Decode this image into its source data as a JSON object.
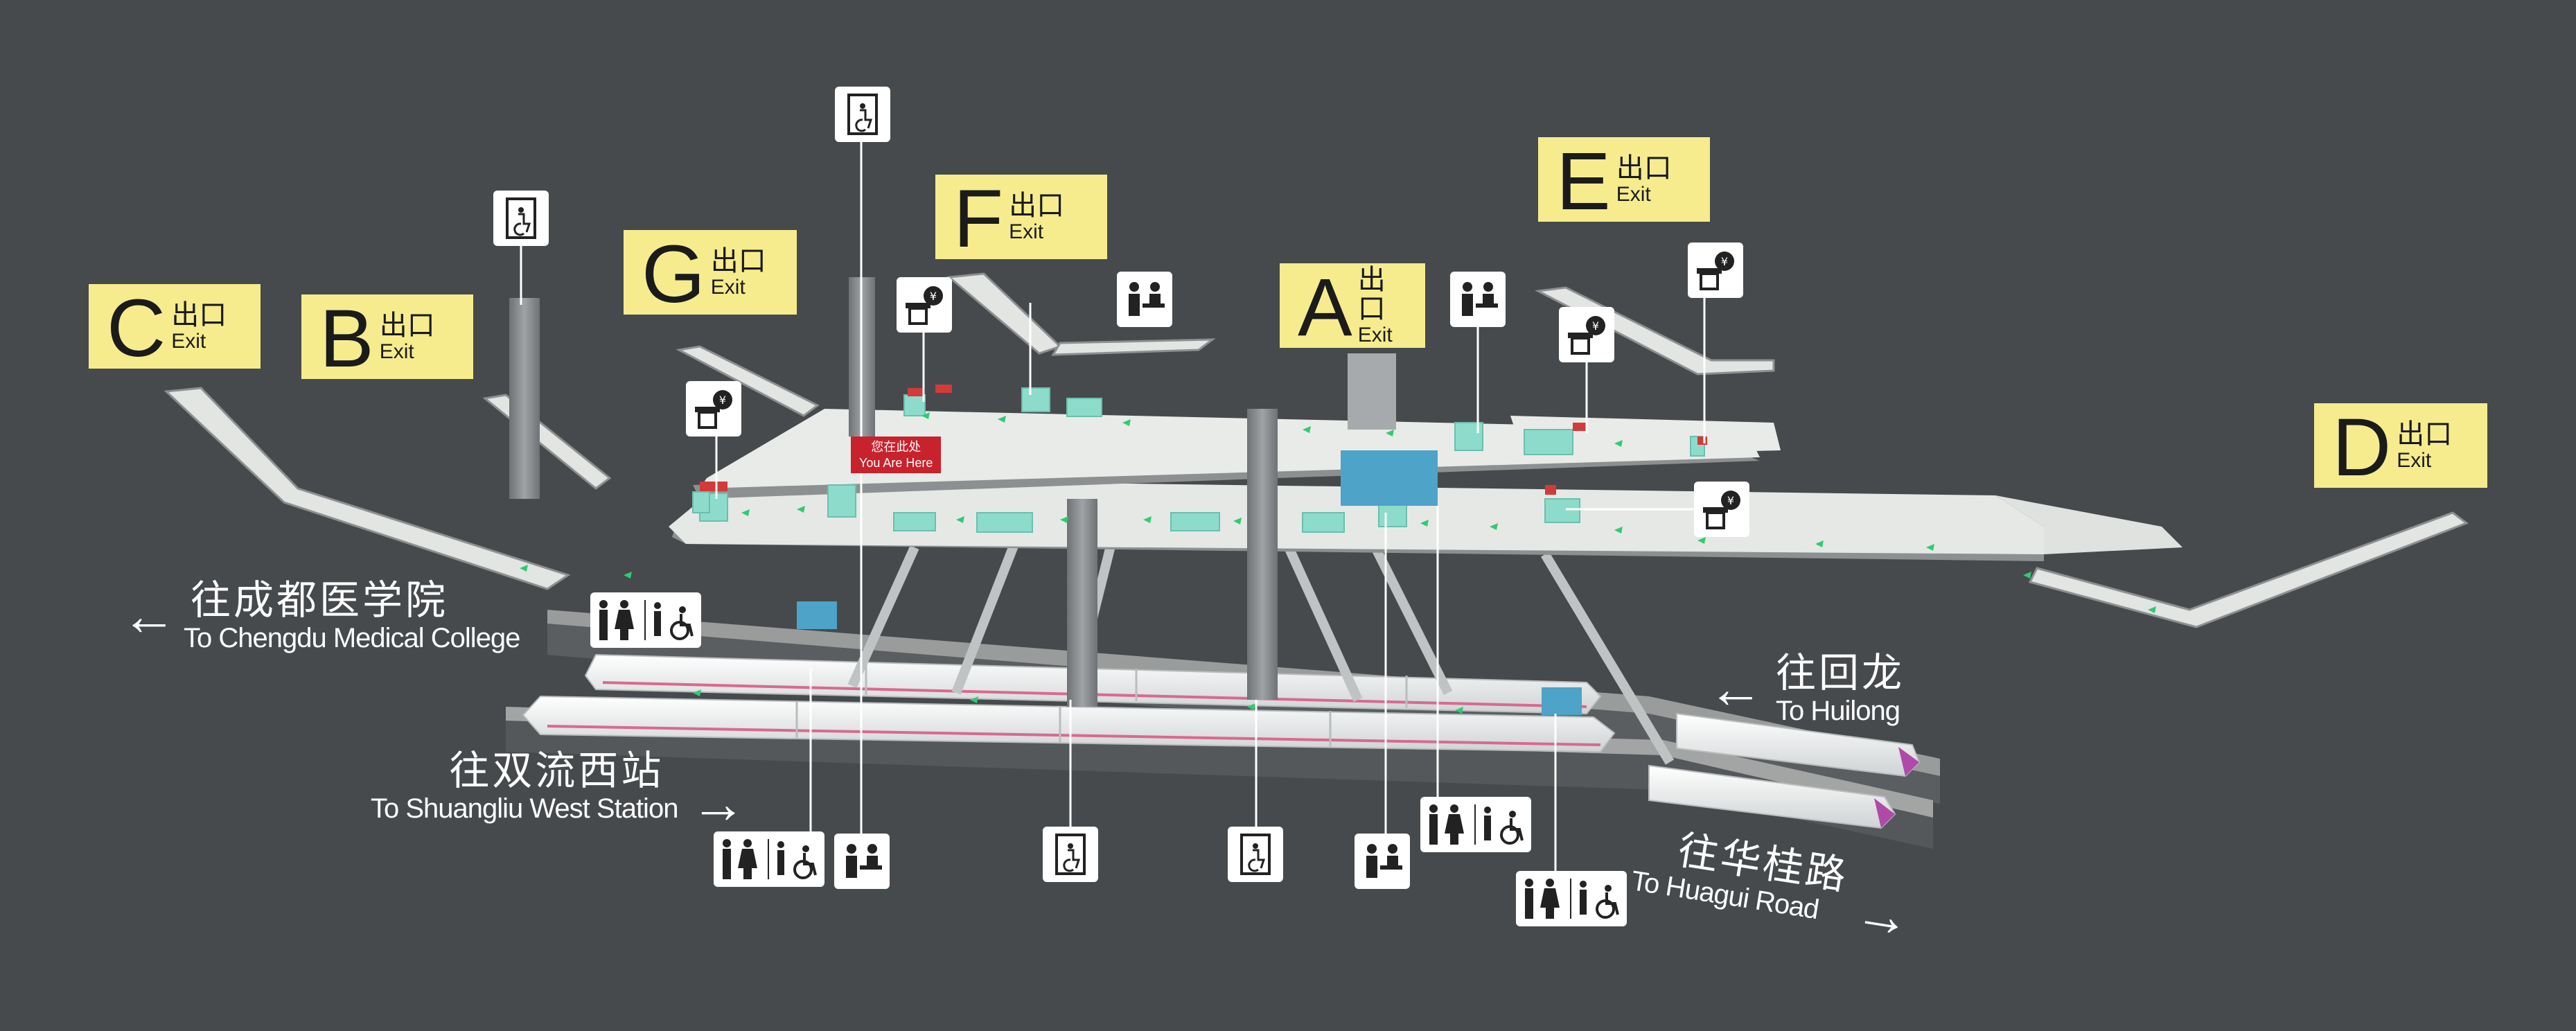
{
  "exits": {
    "c": {
      "letter": "C",
      "cn": "出口",
      "en": "Exit"
    },
    "b": {
      "letter": "B",
      "cn": "出口",
      "en": "Exit"
    },
    "g": {
      "letter": "G",
      "cn": "出口",
      "en": "Exit"
    },
    "f": {
      "letter": "F",
      "cn": "出口",
      "en": "Exit"
    },
    "a": {
      "letter": "A",
      "cn": "出口",
      "en": "Exit"
    },
    "e": {
      "letter": "E",
      "cn": "出口",
      "en": "Exit"
    },
    "d": {
      "letter": "D",
      "cn": "出口",
      "en": "Exit"
    }
  },
  "directions": {
    "medical_college": {
      "cn": "往成都医学院",
      "en": "To Chengdu Medical College"
    },
    "huilong": {
      "cn": "往回龙",
      "en": "To Huilong"
    },
    "shuangliu": {
      "cn": "往双流西站",
      "en": "To Shuangliu West Station"
    },
    "huagui": {
      "cn": "往华桂路",
      "en": "To Huagui Road"
    }
  },
  "you_are_here": {
    "cn": "您在此处",
    "en": "You Are Here"
  },
  "icons": [
    "elevator-icon",
    "ticket-machine-icon",
    "service-center-icon",
    "restroom-icon",
    "accessible-restroom-icon"
  ],
  "colors": {
    "background": "#464a4d",
    "exit_sign": "#f6ec8e",
    "platform": "#e6e8e6",
    "facility": "#8ddccb",
    "flow_arrow": "#2ecc71",
    "here_marker": "#c8222c",
    "train_stripe": "#d86a8e"
  }
}
